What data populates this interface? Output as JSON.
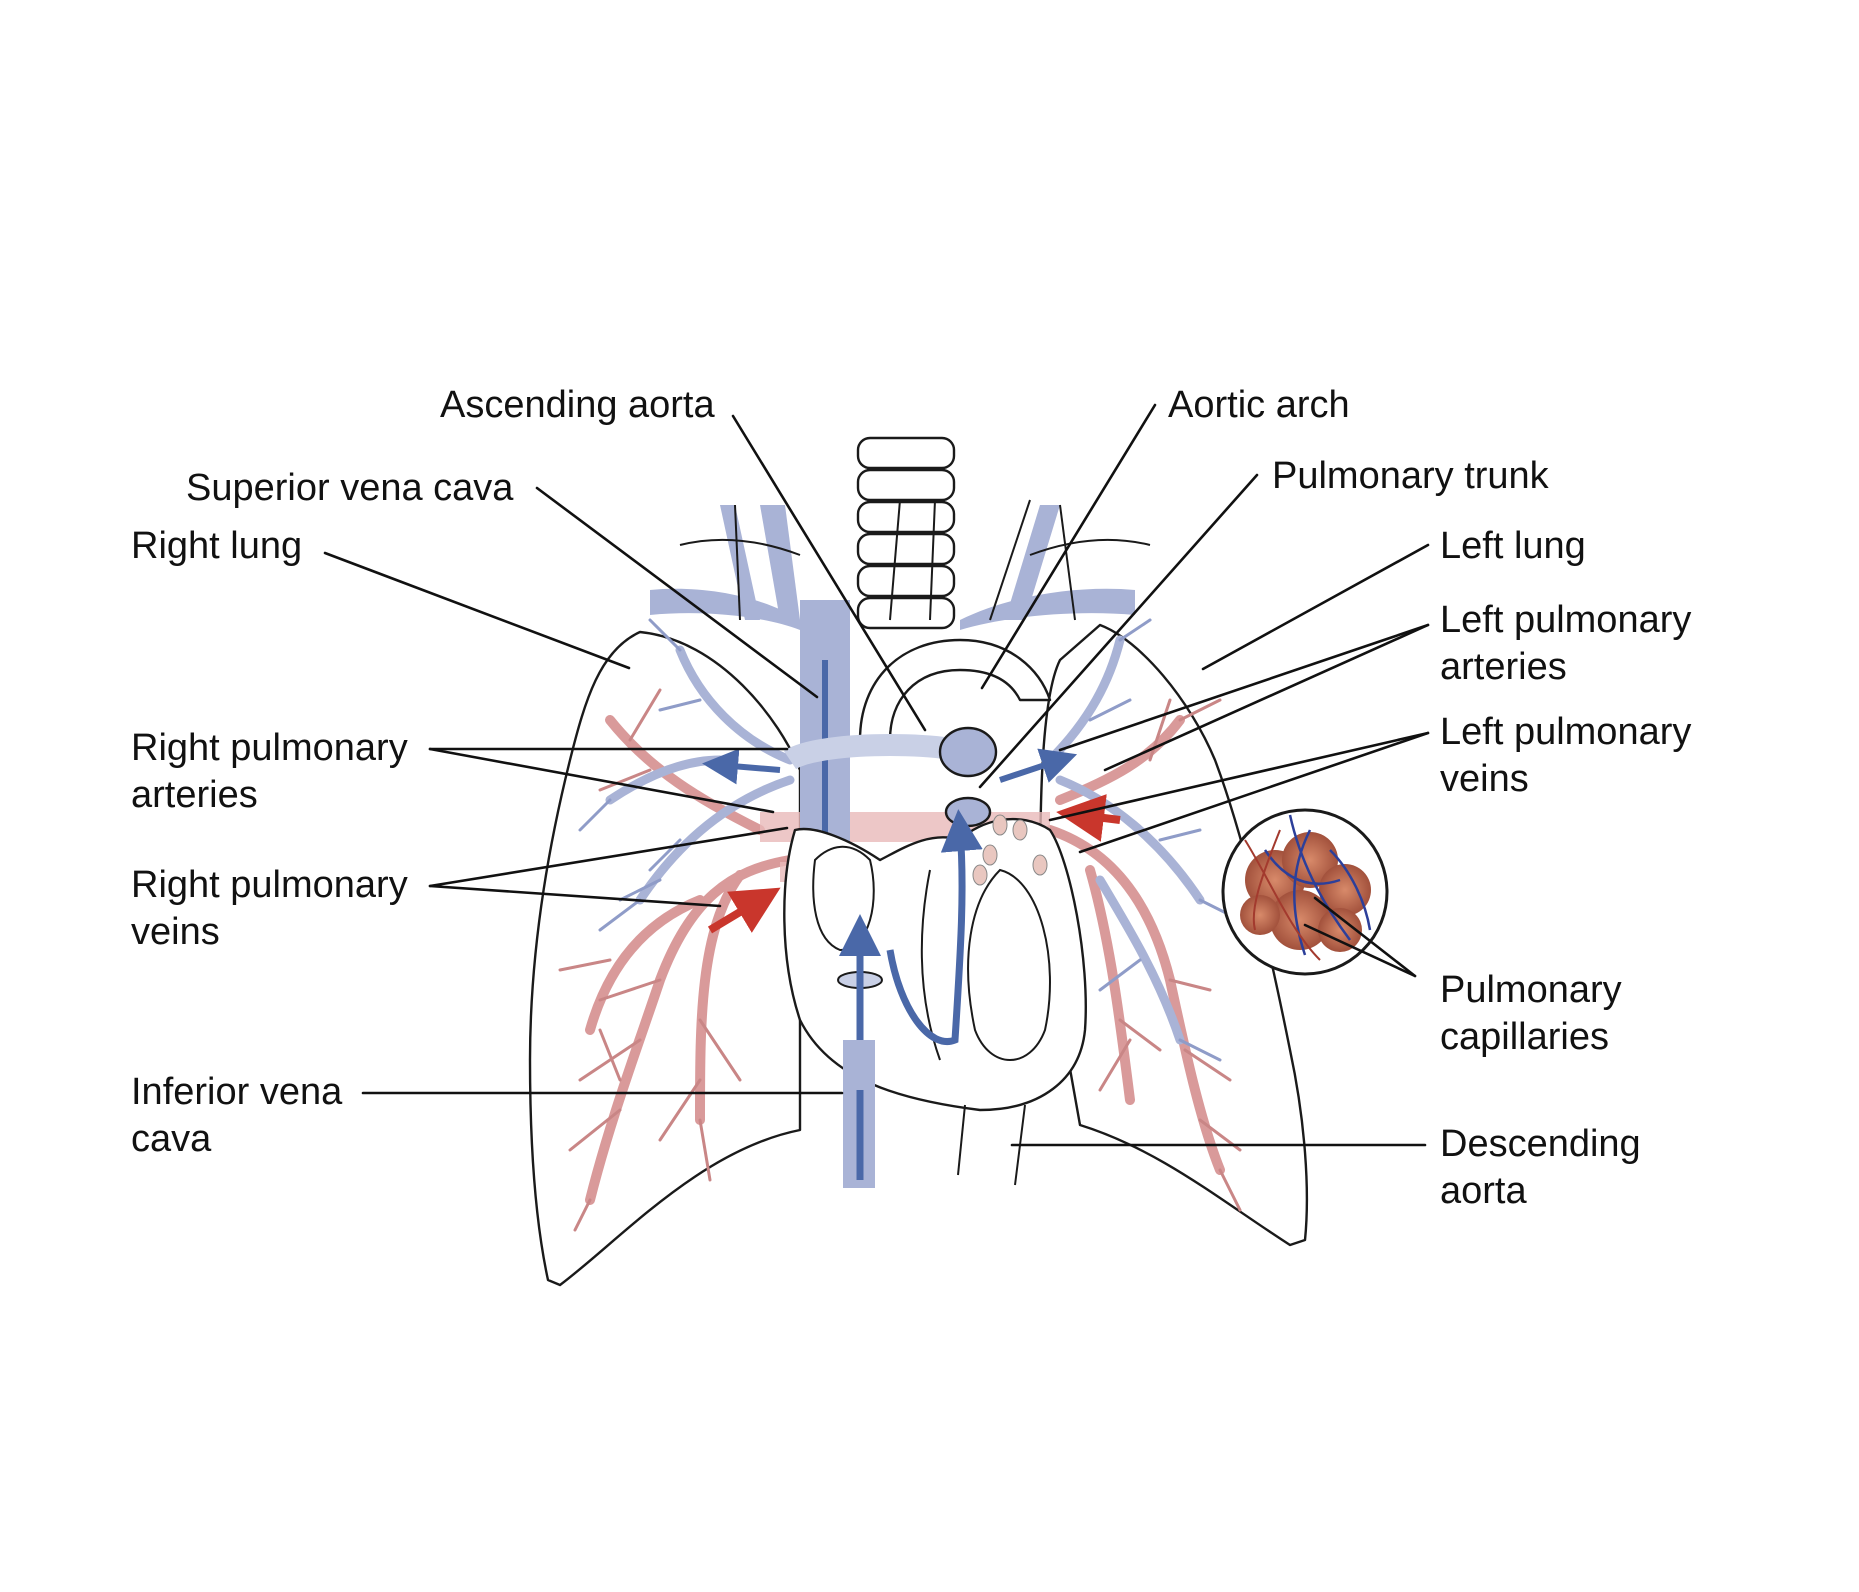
{
  "labels": {
    "ascending_aorta": "Ascending aorta",
    "aortic_arch": "Aortic arch",
    "superior_vena_cava": "Superior vena cava",
    "pulmonary_trunk": "Pulmonary trunk",
    "right_lung": "Right lung",
    "left_lung": "Left lung",
    "left_pulmonary_arteries": [
      "Left pulmonary",
      "arteries"
    ],
    "right_pulmonary_arteries": [
      "Right pulmonary",
      "arteries"
    ],
    "left_pulmonary_veins": [
      "Left pulmonary",
      "veins"
    ],
    "right_pulmonary_veins": [
      "Right pulmonary",
      "veins"
    ],
    "pulmonary_capillaries": [
      "Pulmonary",
      "capillaries"
    ],
    "inferior_vena_cava": [
      "Inferior vena",
      "cava"
    ],
    "descending_aorta": [
      "Descending",
      "aorta"
    ]
  },
  "colors": {
    "deoxygenated": "#a9b3d6",
    "deoxygenated_arrow": "#4a68a8",
    "oxygenated": "#d99a9a",
    "oxygenated_arrow": "#c9362c",
    "outline": "#1a1a1a",
    "capillary_red": "#c0604a",
    "capillary_blue": "#2c3f9a"
  }
}
